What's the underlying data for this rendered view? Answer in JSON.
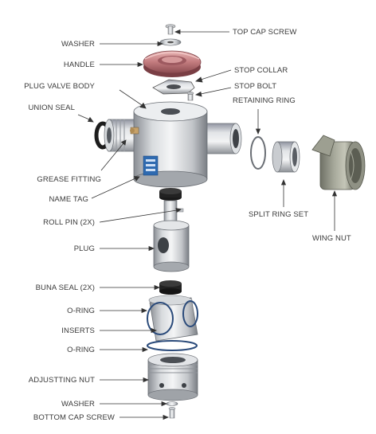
{
  "labels": {
    "washer_top": "WASHER",
    "top_cap_screw": "TOP CAP SCREW",
    "handle": "HANDLE",
    "stop_collar": "STOP COLLAR",
    "plug_valve_body": "PLUG VALVE BODY",
    "stop_bolt": "STOP BOLT",
    "retaining_ring": "RETAINING RING",
    "union_seal": "UNION SEAL",
    "grease_fitting": "GREASE FITTING",
    "name_tag": "NAME TAG",
    "split_ring_set": "SPLIT RING SET",
    "roll_pin": "ROLL PIN (2X)",
    "wing_nut": "WING NUT",
    "plug": "PLUG",
    "buna_seal": "BUNA SEAL (2X)",
    "o_ring_upper": "O-RING",
    "inserts": "INSERTS",
    "o_ring_lower": "O-RING",
    "adjusting_nut": "ADJUSTTING NUT",
    "washer_bottom": "WASHER",
    "bottom_cap_screw": "BOTTOM CAP SCREW"
  },
  "colors": {
    "label_text": "#3a3a3a",
    "leader_line": "#333333",
    "metal_light": "#e6e8ea",
    "metal_mid": "#b9bcc0",
    "metal_dark": "#7d8187",
    "handle": "#c0787c",
    "seal_black": "#1c1c1c",
    "o_ring_blue": "#2a4a7a",
    "name_tag_blue": "#2e6ab0",
    "wing_nut": "#8a8c7e"
  }
}
